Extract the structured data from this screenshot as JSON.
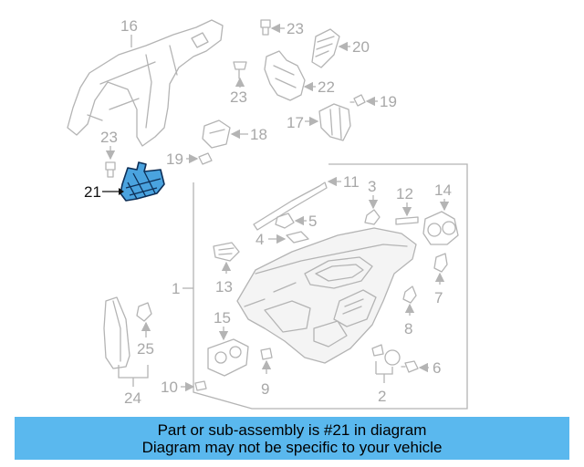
{
  "callouts": {
    "c1": "1",
    "c2": "2",
    "c3": "3",
    "c4": "4",
    "c5": "5",
    "c6": "6",
    "c7": "7",
    "c8": "8",
    "c9": "9",
    "c10": "10",
    "c11": "11",
    "c12": "12",
    "c13": "13",
    "c14": "14",
    "c15": "15",
    "c16": "16",
    "c17": "17",
    "c18": "18",
    "c19a": "19",
    "c19b": "19",
    "c20": "20",
    "c21": "21",
    "c22": "22",
    "c23a": "23",
    "c23b": "23",
    "c23c": "23",
    "c24": "24",
    "c25": "25"
  },
  "highlighted_part": "21",
  "colors": {
    "highlight_fill": "#4aa3df",
    "highlight_stroke": "#0e2f57",
    "banner_bg": "#5ab8ee",
    "line_art": "#b4b4b4"
  },
  "banner": {
    "line1": "Part or sub-assembly is #21 in diagram",
    "line2": "Diagram may not be specific to your vehicle"
  }
}
